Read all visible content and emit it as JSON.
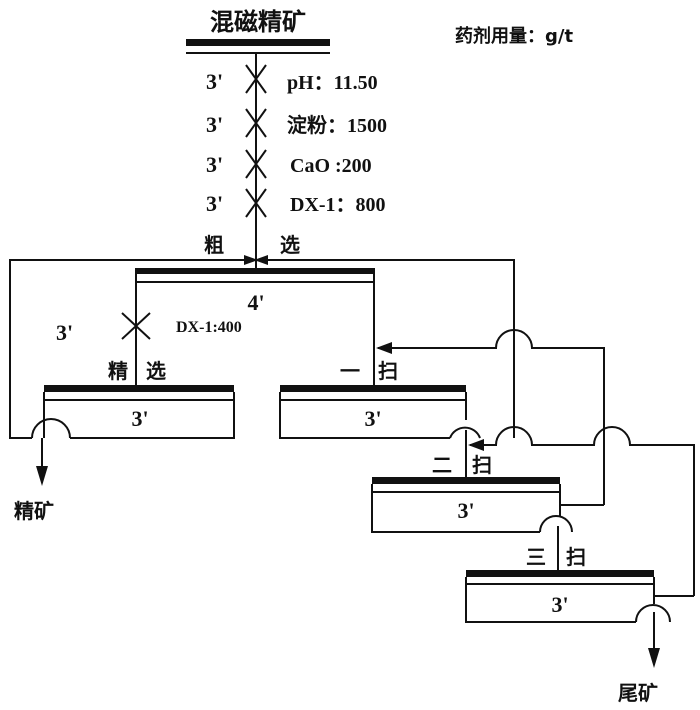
{
  "feed": {
    "title": "混磁精矿"
  },
  "dosage_unit": "药剂用量：g/t",
  "conditioning": [
    {
      "time": "3'",
      "reagent": "pH：11.50"
    },
    {
      "time": "3'",
      "reagent": "淀粉：1500"
    },
    {
      "time": "3'",
      "reagent": "CaO :200"
    },
    {
      "time": "3'",
      "reagent": "DX-1：800"
    }
  ],
  "stages": {
    "rougher": {
      "label_a": "粗",
      "label_b": "选",
      "time": "4'"
    },
    "cleaner": {
      "label_a": "精",
      "label_b": "选",
      "time": "3'",
      "pre_time": "3'",
      "reagent": "DX-1:400"
    },
    "scav1": {
      "label_a": "一",
      "label_b": "扫",
      "time": "3'"
    },
    "scav2": {
      "label_a": "二",
      "label_b": "扫",
      "time": "3'"
    },
    "scav3": {
      "label_a": "三",
      "label_b": "扫",
      "time": "3'"
    }
  },
  "products": {
    "concentrate": "精矿",
    "tailings": "尾矿"
  }
}
